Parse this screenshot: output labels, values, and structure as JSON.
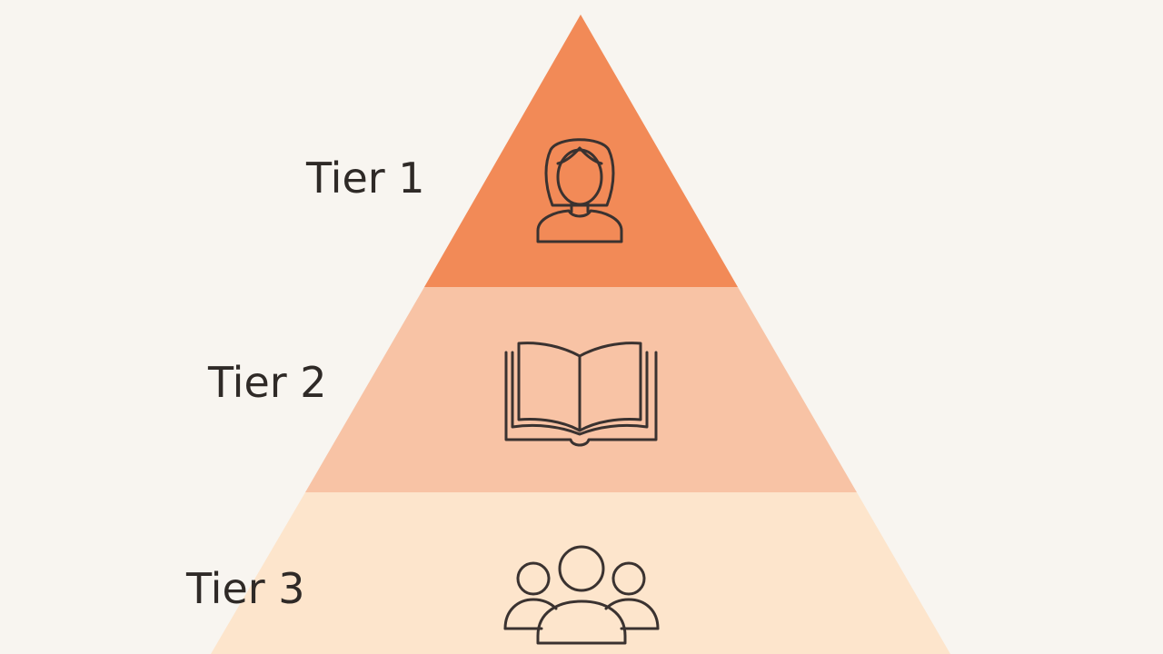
{
  "tiers": [
    {
      "label": "Tier 1",
      "icon": "person-icon",
      "color": "#f28a57"
    },
    {
      "label": "Tier 2",
      "icon": "open-book-icon",
      "color": "#f8c3a5"
    },
    {
      "label": "Tier 3",
      "icon": "group-icon",
      "color": "#fde5cc"
    }
  ],
  "background": "#f8f5f0",
  "icon_stroke_color": "#3a3230"
}
